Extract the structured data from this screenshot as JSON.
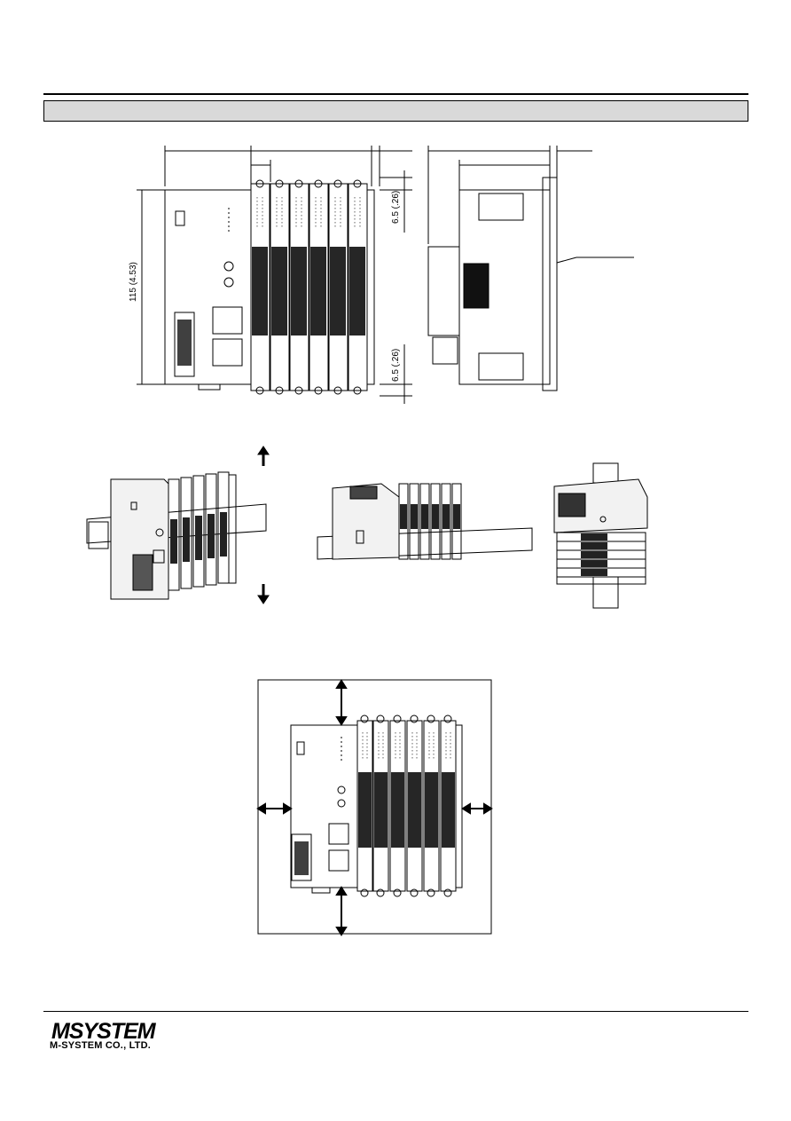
{
  "dimensions": {
    "height_label": "115 (4.53)",
    "top_margin_label": "6.5 (.26)",
    "bottom_margin_label": "6.5 (.26)"
  },
  "footer": {
    "logo_text": "MSYSTEM",
    "company_name": "M-SYSTEM CO., LTD."
  }
}
